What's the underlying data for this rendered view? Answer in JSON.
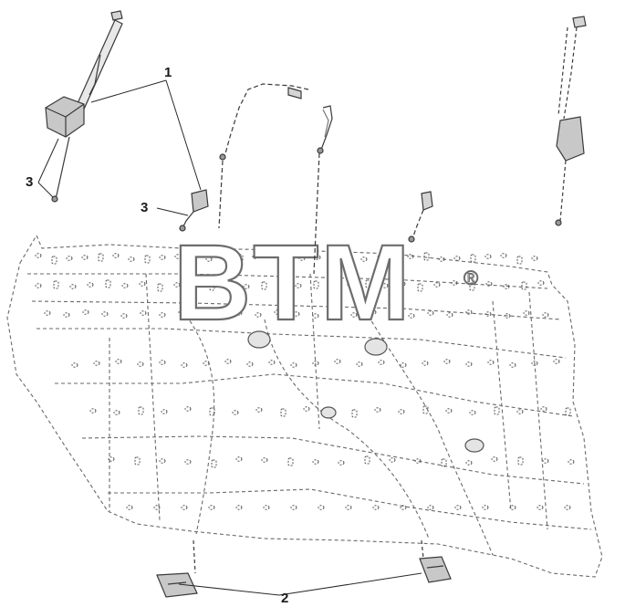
{
  "diagram": {
    "watermark": {
      "text": "BTM",
      "mark": "®"
    },
    "callouts": [
      {
        "id": "callout-1",
        "label": "1"
      },
      {
        "id": "callout-2",
        "label": "2"
      },
      {
        "id": "callout-3-left",
        "label": "3"
      },
      {
        "id": "callout-3-mid",
        "label": "3"
      }
    ],
    "colors": {
      "line": "#3a3a3a",
      "dash": "#6a6a6a",
      "part_fill": "#c8c8c8",
      "background": "#ffffff"
    }
  }
}
